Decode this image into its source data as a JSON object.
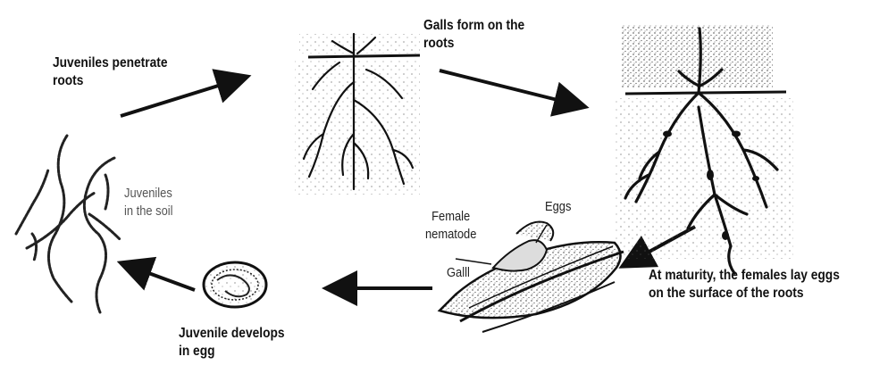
{
  "labels": {
    "juveniles_penetrate": "Juveniles penetrate\nroots",
    "galls_form": "Galls form on the\nroots",
    "at_maturity": "At maturity, the females lay eggs\non the surface of the roots",
    "juvenile_develops": "Juvenile develops\nin egg",
    "juveniles_soil": "Juveniles\nin the soil",
    "female_nematode": "Female\nnematode",
    "eggs": "Eggs",
    "gall": "Galll"
  },
  "colors": {
    "ink": "#111111",
    "muted_text": "#555555",
    "background": "#ffffff"
  },
  "icons": [
    "nematode-worms",
    "egg-cell",
    "young-roots",
    "galled-roots",
    "gall-with-female"
  ]
}
